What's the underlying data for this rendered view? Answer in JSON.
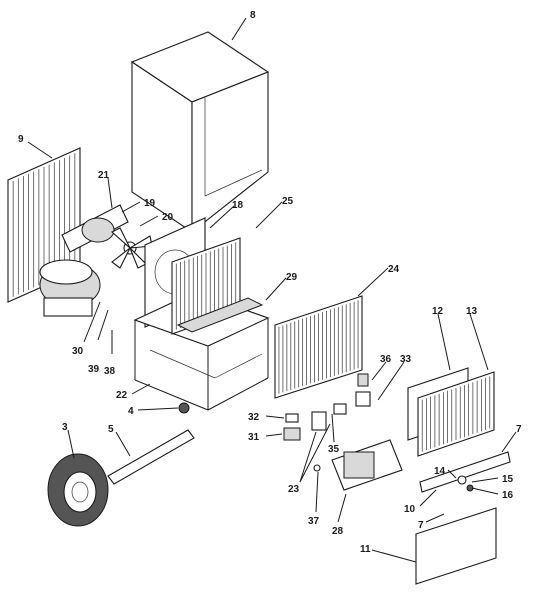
{
  "diagram": {
    "type": "exploded-parts-view",
    "callouts": [
      "8",
      "9",
      "21",
      "19",
      "20",
      "18",
      "25",
      "29",
      "24",
      "30",
      "39",
      "38",
      "22",
      "4",
      "12",
      "13",
      "36",
      "33",
      "32",
      "31",
      "35",
      "23",
      "3",
      "5",
      "7",
      "14",
      "15",
      "16",
      "10",
      "28",
      "37",
      "11"
    ]
  }
}
